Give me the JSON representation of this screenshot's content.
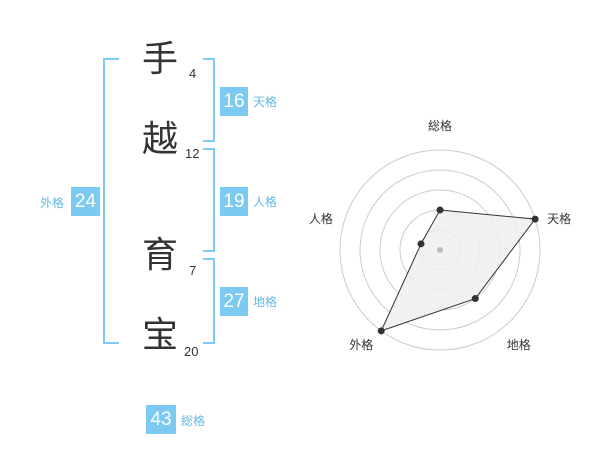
{
  "name_chars": [
    {
      "char": "手",
      "strokes": "4"
    },
    {
      "char": "越",
      "strokes": "12"
    },
    {
      "char": "育",
      "strokes": "7"
    },
    {
      "char": "宝",
      "strokes": "20"
    }
  ],
  "kaku": {
    "tenkaku": {
      "value": "16",
      "label": "天格"
    },
    "jinkaku": {
      "value": "19",
      "label": "人格"
    },
    "chikaku": {
      "value": "27",
      "label": "地格"
    },
    "gaikaku": {
      "value": "24",
      "label": "外格"
    },
    "soukaku": {
      "value": "43",
      "label": "総格"
    }
  },
  "chart_data": {
    "type": "radar",
    "axes": [
      "総格",
      "天格",
      "地格",
      "外格",
      "人格"
    ],
    "values": [
      2,
      5,
      3,
      5,
      1
    ],
    "max": 5,
    "rings": 5,
    "colors": {
      "fill": "#eeeeee",
      "stroke": "#333333",
      "grid": "#cccccc",
      "center": "#bbbbbb"
    }
  }
}
